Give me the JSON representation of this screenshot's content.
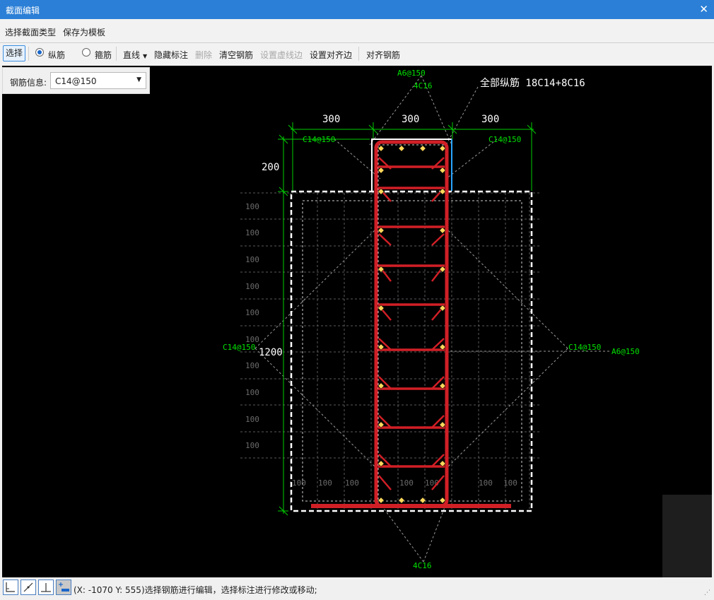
{
  "window": {
    "title": "截面编辑"
  },
  "menu": {
    "items": [
      "选择截面类型",
      "保存为模板"
    ]
  },
  "toolbar": {
    "select": "选择",
    "longitudinal": "纵筋",
    "stirrup": "箍筋",
    "line": "直线",
    "hide_labels": "隐藏标注",
    "delete": "删除",
    "clear_rebar": "清空钢筋",
    "set_dashed_edge": "设置虚线边",
    "set_align_edge": "设置对齐边",
    "align_rebar": "对齐钢筋"
  },
  "rebar_info": {
    "label": "钢筋信息:",
    "value": "C14@150"
  },
  "drawing": {
    "summary": "全部纵筋 18C14+8C16",
    "dim_top": [
      "300",
      "300",
      "300"
    ],
    "dim_left_top": "200",
    "dim_left": "1200",
    "grid_label": "100",
    "labels": {
      "top_center": "A6@150",
      "top_center2": "4C16",
      "top_left": "C14@150",
      "top_right": "C14@150",
      "mid_left": "C14@150",
      "mid_right": "C14@150",
      "mid_right2": "A6@150",
      "bottom": "4C16"
    }
  },
  "status": {
    "text": "(X: -1070 Y: 555)选择钢筋进行编辑，选择标注进行修改或移动;"
  },
  "colors": {
    "accent": "#2b7fd6",
    "rebar": "#d11f26",
    "dim": "#00cc00",
    "label": "#00e000"
  }
}
